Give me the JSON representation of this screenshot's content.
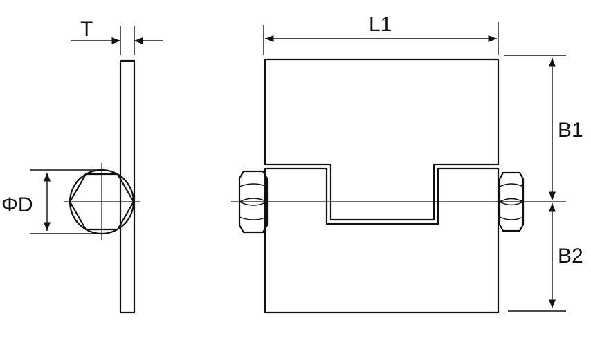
{
  "labels": {
    "t": "T",
    "l1": "L1",
    "b1": "B1",
    "b2": "B2",
    "d": "ΦD"
  },
  "colors": {
    "line": "#111111",
    "background": "#ffffff"
  }
}
